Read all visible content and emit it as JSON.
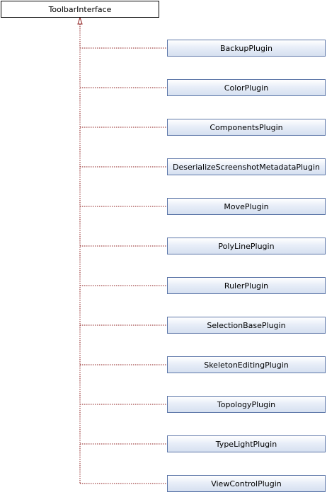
{
  "diagram": {
    "base_class": {
      "name": "ToolbarInterface",
      "border_color": "#000000",
      "fill_color": "#ffffff"
    },
    "derived_classes": [
      {
        "name": "BackupPlugin"
      },
      {
        "name": "ColorPlugin"
      },
      {
        "name": "ComponentsPlugin"
      },
      {
        "name": "DeserializeScreenshotMetadataPlugin"
      },
      {
        "name": "MovePlugin"
      },
      {
        "name": "PolyLinePlugin"
      },
      {
        "name": "RulerPlugin"
      },
      {
        "name": "SelectionBasePlugin"
      },
      {
        "name": "SkeletonEditingPlugin"
      },
      {
        "name": "TopologyPlugin"
      },
      {
        "name": "TypeLightPlugin"
      },
      {
        "name": "ViewControlPlugin"
      }
    ],
    "colors": {
      "connector": "#8b1a1a",
      "node_border": "#5c76a8",
      "node_fill_top": "#ffffff",
      "node_fill_bottom": "#d6e0f0",
      "text": "#000000"
    },
    "connector_style": "dotted",
    "arrowhead": "hollow-triangle"
  }
}
